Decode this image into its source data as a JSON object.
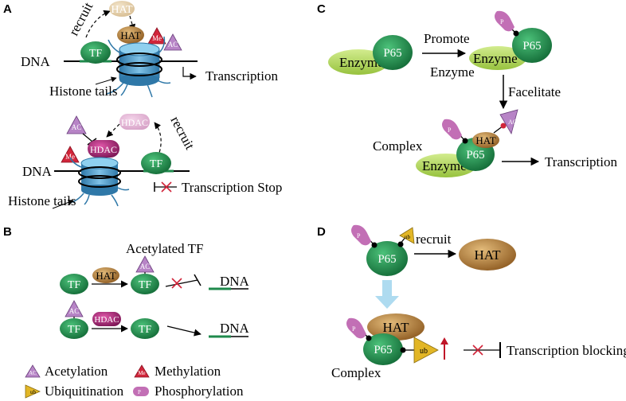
{
  "panels": {
    "a": "A",
    "b": "B",
    "c": "C",
    "d": "D"
  },
  "a": {
    "recruit": "recruit",
    "hat": "HAT",
    "tf": "TF",
    "dna": "DNA",
    "me": "Me",
    "ac": "AC",
    "transcription": "Transcription",
    "histone_tails": "Histone tails",
    "hdac": "HDAC",
    "transcription_stop": "Transcription Stop"
  },
  "b": {
    "acetylated_tf": "Acetylated TF",
    "tf": "TF",
    "hat": "HAT",
    "hdac": "HDAC",
    "ac": "AC",
    "dna": "DNA"
  },
  "c": {
    "enzyme": "Enzyme",
    "p65": "P65",
    "promote": "Promote",
    "enzyme_below": "Enzyme",
    "facelitate": "Facelitate",
    "complex": "Complex",
    "hat": "HAT",
    "ac": "AC",
    "p": "P",
    "transcription": "Transcription"
  },
  "d": {
    "p65": "P65",
    "recruit": "recruit",
    "hat": "HAT",
    "ub": "ub",
    "p": "P",
    "complex": "Complex",
    "transcription_blocking": "Transcription blocking"
  },
  "legend": {
    "acetylation": "Acetylation",
    "methylation": "Methylation",
    "ubiquitination": "Ubiquitination",
    "phosphorylation": "Phosphorylation",
    "ac": "AC",
    "me": "Me",
    "ub": "ub",
    "p": "P"
  },
  "colors": {
    "tf_green": "#1f8a4c",
    "hat_brown": "#b07a3a",
    "hdac_magenta": "#b0287e",
    "acetyl_purple": "#b784c6",
    "methyl_red": "#d1253a",
    "ub_yellow": "#e2b626",
    "phospho_pink": "#c26fb5",
    "enzyme_lime": "#b3d65a",
    "nucleosome_blue": "#4d99c9",
    "arrow_lightblue": "#aedbf0"
  }
}
